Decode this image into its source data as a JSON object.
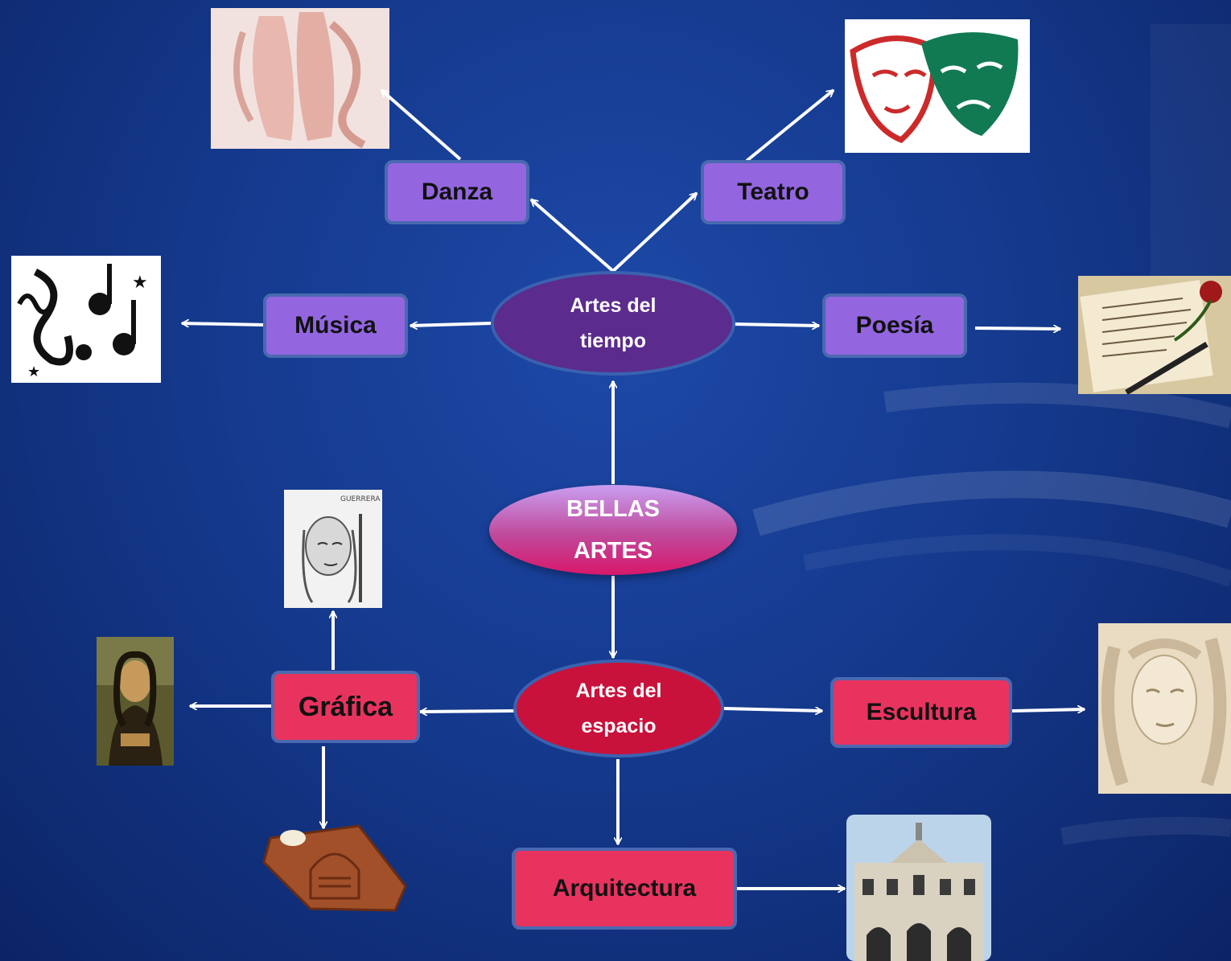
{
  "colors": {
    "background": "#153a8e",
    "time_nodes": "#9366e0",
    "space_nodes": "#e8335f",
    "arrows": "#ffffff"
  },
  "root": {
    "line1": "BELLAS",
    "line2": "ARTES"
  },
  "time": {
    "line1": "Artes del",
    "line2": "tiempo",
    "children": {
      "danza": "Danza",
      "teatro": "Teatro",
      "musica": "Música",
      "poesia": "Poesía"
    }
  },
  "space": {
    "line1": "Artes del",
    "line2": "espacio",
    "children": {
      "grafica": "Gráfica",
      "escultura": "Escultura",
      "arquitectura": "Arquitectura"
    }
  },
  "images": {
    "ballet": "ballet-shoes-image",
    "masks": "theater-masks-image",
    "music": "music-notes-image",
    "poetry": "letter-pen-rose-image",
    "drawing": "pencil-drawing-image",
    "painting": "portrait-painting-image",
    "engraving": "wood-engraving-image",
    "sculpture": "relief-sculpture-image",
    "building": "monastery-building-image"
  },
  "picture_text": {
    "drawing_signature": "GUERRERA"
  }
}
